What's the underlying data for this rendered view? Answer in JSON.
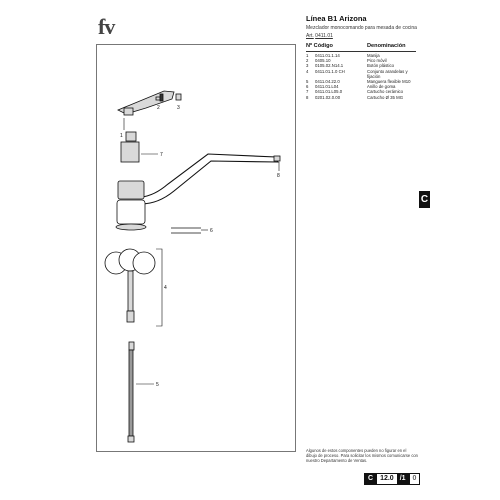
{
  "brand": {
    "logo_text": "fv"
  },
  "header": {
    "title": "Línea B1 Arizona",
    "subtitle": "Mezclador monocomando para mesada de cocina",
    "article_label": "Art.",
    "article_number": "0411.01"
  },
  "table": {
    "col_number": "Nº",
    "col_code": "Código",
    "col_desc": "Denominación",
    "rows": [
      {
        "n": "1",
        "code": "0411.01.1.14",
        "desc": "Manija"
      },
      {
        "n": "2",
        "code": "0405.10",
        "desc": "Pico móvil"
      },
      {
        "n": "3",
        "code": "0105.02.N14.1",
        "desc": "Botón plástico"
      },
      {
        "n": "4",
        "code": "0411.01.1.0 CH",
        "desc": "Conjunto arandelas y fijación"
      },
      {
        "n": "5",
        "code": "0411.04.22.0",
        "desc": "Manguera flexible M10"
      },
      {
        "n": "6",
        "code": "0411.01.L04",
        "desc": "Anillo de goma"
      },
      {
        "n": "7",
        "code": "0411.01.L05.0",
        "desc": "Cartucho cerámico"
      },
      {
        "n": "8",
        "code": "0201.02.0.00",
        "desc": "Cartucho Ø 35 MG"
      }
    ]
  },
  "callouts": {
    "c1": "1",
    "c2": "2",
    "c3": "3",
    "c4": "4",
    "c5": "5",
    "c6": "6",
    "c7": "7",
    "c8": "8"
  },
  "section_tab": "C",
  "footnote": "Algunos de estos componentes pueden no figurar en el dibujo de proceso. Para solicitar los mismos comunicarse con nuestro Departamento de Ventas.",
  "pager": {
    "section": "C",
    "page": "12.0",
    "arrow": "/1",
    "sub": "0"
  },
  "colors": {
    "ink": "#111111",
    "part_fill": "#d9d9d9",
    "frame": "#777777"
  }
}
